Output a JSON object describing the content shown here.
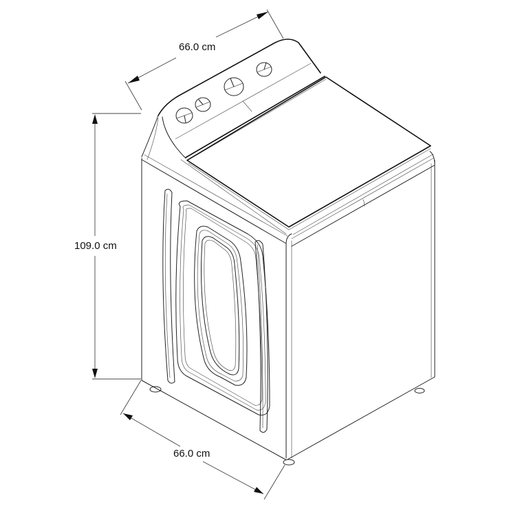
{
  "drawing": {
    "subject": "Top-load washing machine isometric line drawing",
    "dimensions": {
      "width_top": "66.0 cm",
      "height": "109.0 cm",
      "depth_bottom": "66.0 cm"
    },
    "knob_count": 4,
    "colors": {
      "background": "#ffffff",
      "line": "#222222"
    }
  }
}
